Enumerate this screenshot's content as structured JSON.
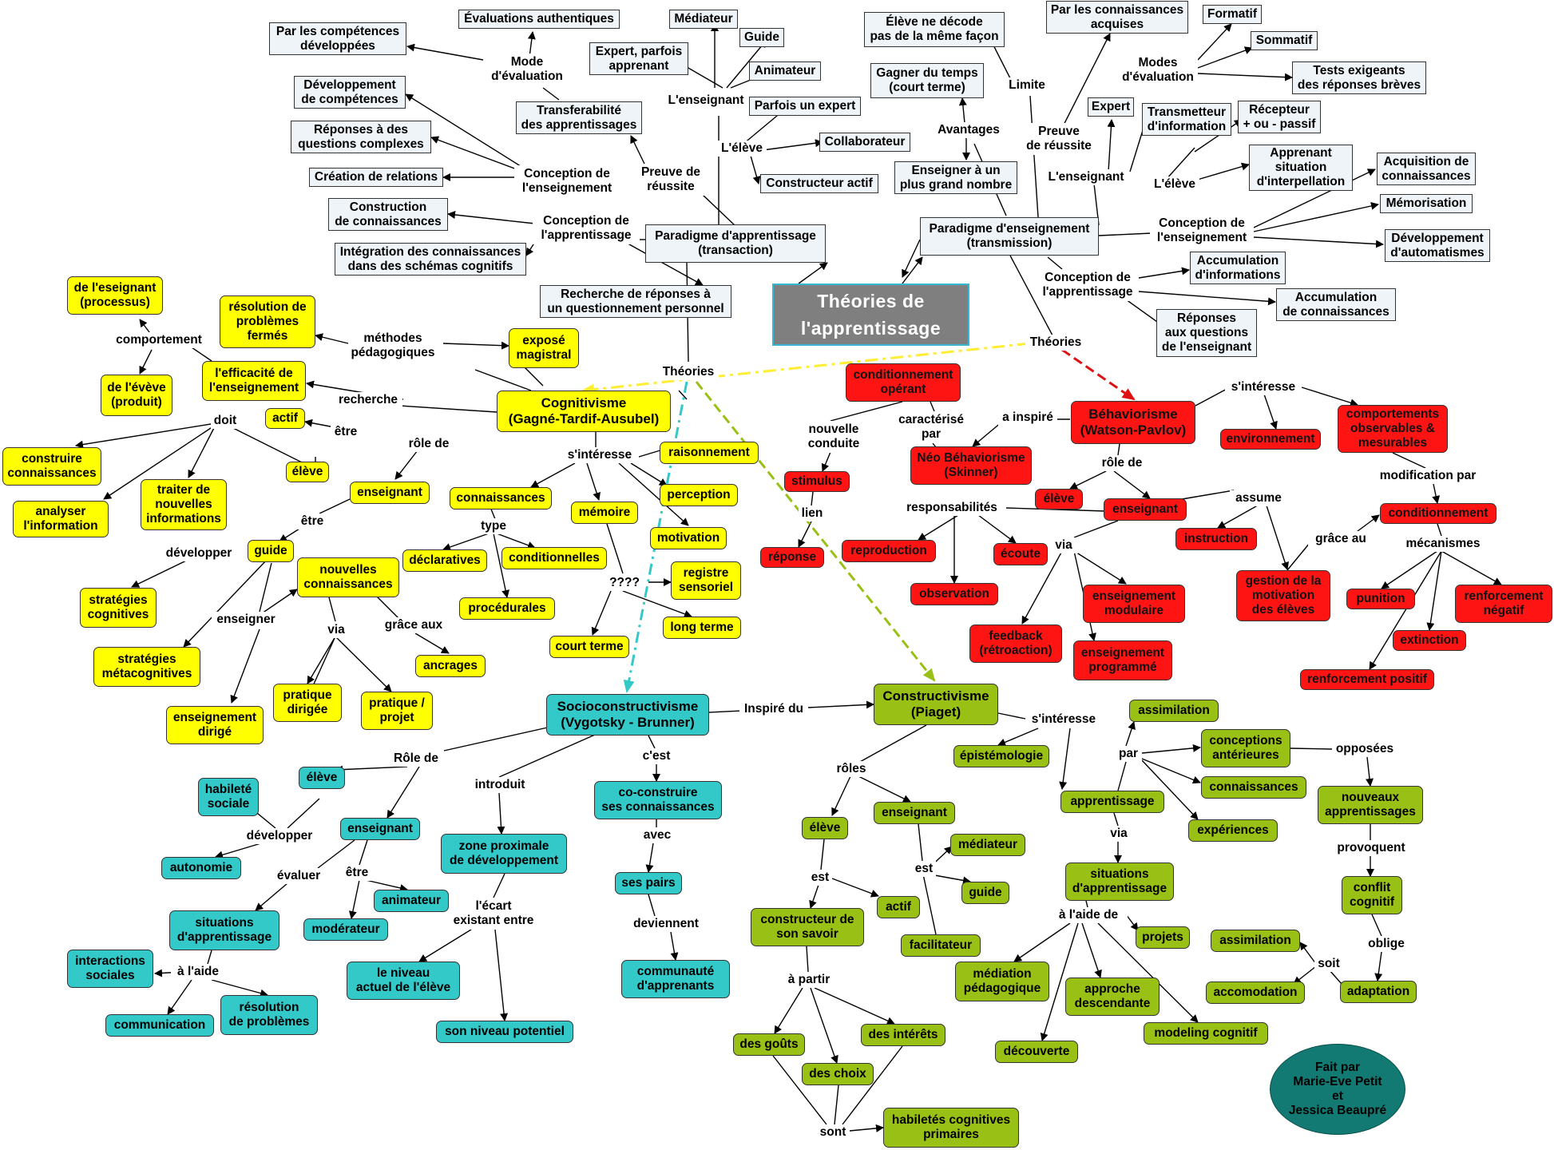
{
  "colors": {
    "yellow": "#ffff00",
    "red": "#ff1414",
    "teal": "#33c9c9",
    "green": "#99c014",
    "title_bg": "#7f7f7f",
    "title_border": "#36b7d4",
    "credit_bg": "#127a72",
    "arrow_yellow": "#ffee33",
    "arrow_red": "#dd1111",
    "arrow_teal": "#33c9c9",
    "arrow_green": "#99c014"
  },
  "title": "Théories de\nl'apprentissage",
  "credit": "Fait par\nMarie-Eve Petit\net\nJessica Beaupré",
  "transaction": {
    "paradigm": "Paradigme d'apprentissage\n(transaction)",
    "conception_enseignement": "Conception de\nl'enseignement",
    "conception_apprentissage": "Conception de\nl'apprentissage",
    "mode_evaluation": "Mode\nd'évaluation",
    "preuve_reussite": "Preuve de\nréussite",
    "l_enseignant": "L'enseignant",
    "l_eleve": "L'élève",
    "theories": "Théories",
    "par_competences": "Par les compétences\ndéveloppées",
    "evaluations_authentiques": "Évaluations authentiques",
    "developpement_competences": "Développement\nde compétences",
    "reponses_complexes": "Réponses à des\nquestions complexes",
    "creation_relations": "Création de relations",
    "construction_connaissances": "Construction\nde connaissances",
    "integration": "Intégration des connaissances\ndans des schémas cognitifs",
    "transferabilite": "Transferabilité\ndes apprentissages",
    "recherche_reponses": "Recherche de réponses à\nun questionnement personnel",
    "expert_apprenant": "Expert, parfois\napprenant",
    "mediateur": "Médiateur",
    "guide": "Guide",
    "animateur": "Animateur",
    "parfois_expert": "Parfois un expert",
    "collaborateur": "Collaborateur",
    "constructeur_actif": "Constructeur actif"
  },
  "transmission": {
    "paradigm": "Paradigme d'enseignement\n(transmission)",
    "eleve_decode": "Élève ne décode\npas de la même façon",
    "limite": "Limite",
    "gagner_temps": "Gagner du temps\n(court terme)",
    "avantages": "Avantages",
    "enseigner_grand": "Enseigner à un\nplus grand nombre",
    "par_connaissances": "Par les connaissances\nacquises",
    "modes_evaluation": "Modes\nd'évaluation",
    "formatif": "Formatif",
    "sommatif": "Sommatif",
    "tests_exigeants": "Tests exigeants\ndes réponses brèves",
    "preuve_reussite": "Preuve\nde réussite",
    "expert": "Expert",
    "l_enseignant": "L'enseignant",
    "transmetteur": "Transmetteur\nd'information",
    "l_eleve": "L'élève",
    "recepteur": "Récepteur\n+ ou - passif",
    "apprenant_situation": "Apprenant\nsituation\nd'interpellation",
    "conception_enseignement": "Conception de\nl'enseignement",
    "acquisition": "Acquisition de\nconnaissances",
    "memorisation": "Mémorisation",
    "developpement_automatismes": "Développement\nd'automatismes",
    "conception_apprentissage": "Conception de\nl'apprentissage",
    "accumulation_informations": "Accumulation\nd'informations",
    "accumulation_connaissances": "Accumulation\nde connaissances",
    "reponses_enseignant": "Réponses\naux questions\nde l'enseignant",
    "theories": "Théories"
  },
  "cognitivisme": {
    "title": "Cognitivisme\n(Gagné-Tardif-Ausubel)",
    "eseignant_processus": "de l'eseignant\n(processus)",
    "comportement": "comportement",
    "eveve_produit": "de l'évève\n(produit)",
    "resolution_fermes": "résolution de\nproblèmes\nfermés",
    "methodes": "méthodes\npédagogiques",
    "expose": "exposé\nmagistral",
    "efficacite": "l'efficacité de\nl'enseignement",
    "recherche": "recherche",
    "doit": "doit",
    "actif": "actif",
    "etre": "être",
    "role_de": "rôle de",
    "eleve": "élève",
    "construire": "construire\nconnaissances",
    "analyser": "analyser\nl'information",
    "traiter": "traiter de\nnouvelles\ninformations",
    "enseignant": "enseignant",
    "etre2": "être",
    "guide": "guide",
    "developper": "développer",
    "strategies_cog": "stratégies\ncognitives",
    "strategies_meta": "stratégies\nmétacognitives",
    "enseigner": "enseigner",
    "nouvelles": "nouvelles\nconnaissances",
    "via": "via",
    "grace_aux": "grâce aux",
    "ancrages": "ancrages",
    "enseignement_dirige": "enseignement\ndirigé",
    "pratique_dirigee": "pratique\ndirigée",
    "pratique_projet": "pratique /\nprojet",
    "s_interesse": "s'intéresse",
    "connaissances": "connaissances",
    "type": "type",
    "declaratives": "déclaratives",
    "conditionnelles": "conditionnelles",
    "procedurales": "procédurales",
    "memoire": "mémoire",
    "raisonnement": "raisonnement",
    "perception": "perception",
    "motivation": "motivation",
    "question": "????",
    "registre": "registre\nsensoriel",
    "long_terme": "long terme",
    "court_terme": "court terme"
  },
  "behaviorisme": {
    "title": "Béhaviorisme\n(Watson-Pavlov)",
    "conditionnement_operant": "conditionnement\nopérant",
    "nouvelle_conduite": "nouvelle\nconduite",
    "caracterise_par": "caractérisé\npar",
    "a_inspire": "a inspiré",
    "neo": "Néo Béhaviorisme\n(Skinner)",
    "stimulus": "stimulus",
    "lien": "lien",
    "reponse": "réponse",
    "s_interesse": "s'intéresse",
    "environnement": "environnement",
    "comportements": "comportements\nobservables &\nmesurables",
    "modification_par": "modification par",
    "conditionnement": "conditionnement",
    "grace_au": "grâce au",
    "mecanismes": "mécanismes",
    "punition": "punition",
    "renforcement_negatif": "renforcement\nnégatif",
    "extinction": "extinction",
    "renforcement_positif": "renforcement positif",
    "role_de": "rôle de",
    "eleve": "élève",
    "enseignant": "enseignant",
    "assume": "assume",
    "instruction": "instruction",
    "gestion": "gestion de la\nmotivation\ndes élèves",
    "responsabilites": "responsabilités",
    "reproduction": "reproduction",
    "observation": "observation",
    "ecoute": "écoute",
    "via": "via",
    "feedback": "feedback\n(rétroaction)",
    "modulaire": "enseignement\nmodulaire",
    "programme": "enseignement\nprogrammé"
  },
  "socio": {
    "title": "Socioconstructivisme\n(Vygotsky - Brunner)",
    "inspire_du": "Inspiré du",
    "role_de": "Rôle de",
    "eleve": "élève",
    "habilete": "habileté\nsociale",
    "developper": "développer",
    "autonomie": "autonomie",
    "enseignant": "enseignant",
    "evaluer": "évaluer",
    "etre": "être",
    "animateur": "animateur",
    "moderateur": "modérateur",
    "situations": "situations\nd'apprentissage",
    "a_l_aide": "à l'aide",
    "interactions": "interactions\nsociales",
    "communication": "communication",
    "resolution": "résolution\nde problèmes",
    "introduit": "introduit",
    "zone": "zone proximale\nde développement",
    "ecart": "l'écart\nexistant entre",
    "niveau_actuel": "le niveau\nactuel de l'élève",
    "niveau_potentiel": "son niveau potentiel",
    "c_est": "c'est",
    "coconstruire": "co-construire\nses connaissances",
    "avec": "avec",
    "pairs": "ses pairs",
    "deviennent": "deviennent",
    "communaute": "communauté\nd'apprenants"
  },
  "constructivisme": {
    "title": "Constructivisme\n(Piaget)",
    "s_interesse": "s'intéresse",
    "epistemologie": "épistémologie",
    "roles": "rôles",
    "eleve": "élève",
    "enseignant": "enseignant",
    "est": "est",
    "constructeur": "constructeur de\nson savoir",
    "actif": "actif",
    "est2": "est",
    "mediateur": "médiateur",
    "guide": "guide",
    "facilitateur": "facilitateur",
    "a_partir": "à partir",
    "gouts": "des goûts",
    "interets": "des intérêts",
    "choix": "des choix",
    "sont": "sont",
    "habiletes": "habiletés cognitives\nprimaires",
    "assimilation": "assimilation",
    "par": "par",
    "conceptions": "conceptions\nantérieures",
    "opposees": "opposées",
    "connaissances": "connaissances",
    "experiences": "expériences",
    "apprentissage": "apprentissage",
    "via": "via",
    "nouveaux": "nouveaux\napprentissages",
    "provoquent": "provoquent",
    "conflit": "conflit\ncognitif",
    "oblige": "oblige",
    "situations": "situations\nd'apprentissage",
    "a_l_aide_de": "à l'aide de",
    "projets": "projets",
    "mediation": "médiation\npédagogique",
    "approche": "approche\ndescendante",
    "modeling": "modeling cognitif",
    "decouverte": "découverte",
    "assimilation2": "assimilation",
    "soit": "soit",
    "accomodation": "accomodation",
    "adaptation": "adaptation"
  }
}
